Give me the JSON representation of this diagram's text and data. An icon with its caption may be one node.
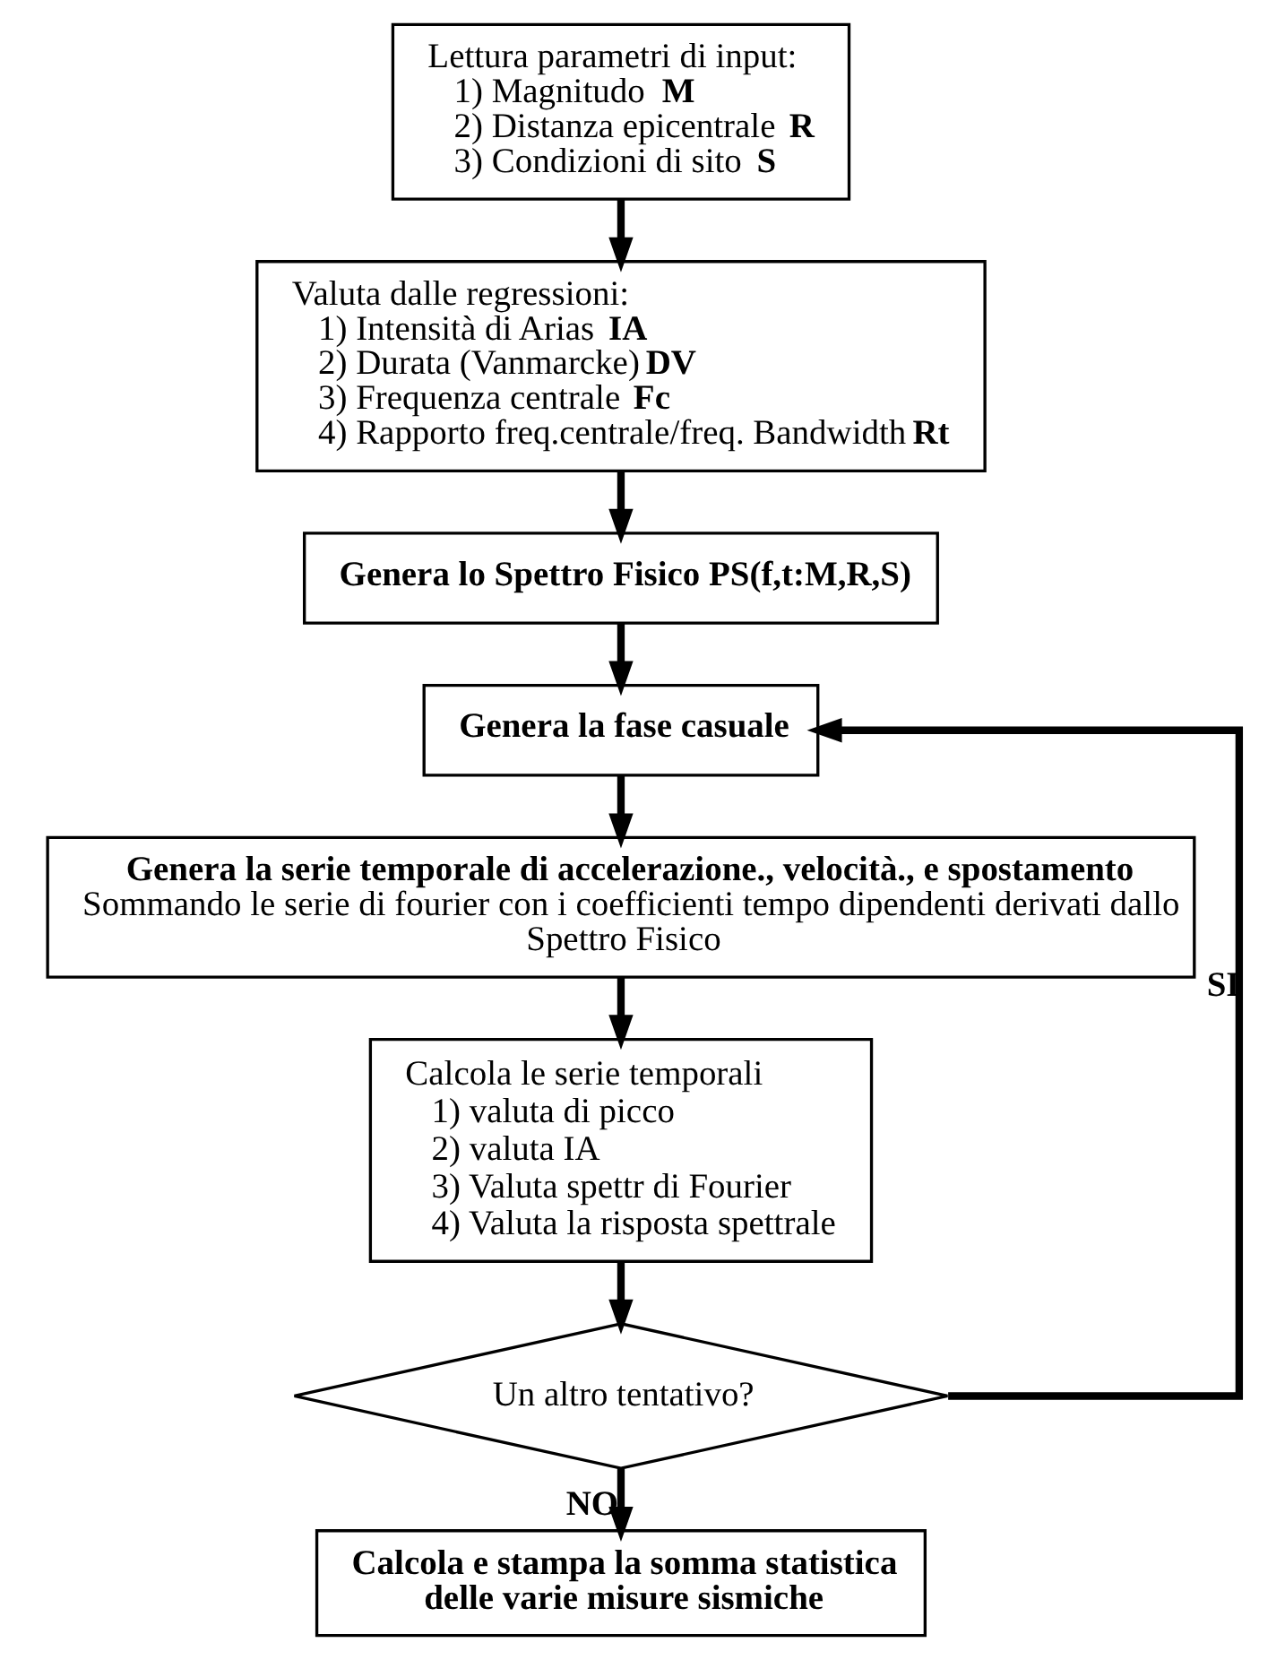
{
  "diagram": {
    "nodes": [
      {
        "text": [
          "Lettura parametri di input:",
          "1) Magnitudo **M**",
          "2) Distanza epicentrale **R**",
          "3) Condizioni di sito **S**"
        ]
      },
      {
        "text": [
          "Valuta dalle regressioni:",
          "1) Intensità di Arias **IA**",
          "2) Durata (Vanmarcke)**DV**",
          "3) Frequenza centrale **Fc**",
          "4) Rapporto freq.centrale/freq. Bandwidth **Rt**"
        ]
      },
      {
        "text": [
          "Genera lo Spettro Fisico PS(f,t:M,R,S)"
        ]
      },
      {
        "text": [
          "Genera la fase casuale"
        ]
      },
      {
        "text": [
          "Genera la serie temporale di accelerazione., velocità., e spostamento",
          "Sommando le serie di fourier con i coefficienti tempo dipendenti derivati dallo Spettro Fisico"
        ]
      },
      {
        "text": [
          "Calcola le serie temporali",
          "1) valuta di picco",
          "2) valuta IA",
          "3) Valuta spettr di Fourier",
          "4) Valuta la risposta spettrale"
        ]
      },
      {
        "text": [
          "Un altro tentativo?"
        ]
      },
      {
        "text": [
          "Calcola e stampa la somma statistica delle varie misure sismiche"
        ]
      }
    ],
    "edges": [
      {
        "from": 0,
        "to": 1,
        "arrow": "to"
      },
      {
        "from": 1,
        "to": 2,
        "arrow": "to"
      },
      {
        "from": 2,
        "to": 3,
        "arrow": "to"
      },
      {
        "from": 3,
        "to": 4,
        "arrow": "to"
      },
      {
        "from": 4,
        "to": 5,
        "arrow": "to"
      },
      {
        "from": 5,
        "to": 6,
        "arrow": "to"
      },
      {
        "from": 6,
        "to": 3,
        "arrow": "to",
        "label": "SI"
      },
      {
        "from": 6,
        "to": 7,
        "arrow": "to",
        "label": "NO"
      }
    ]
  }
}
